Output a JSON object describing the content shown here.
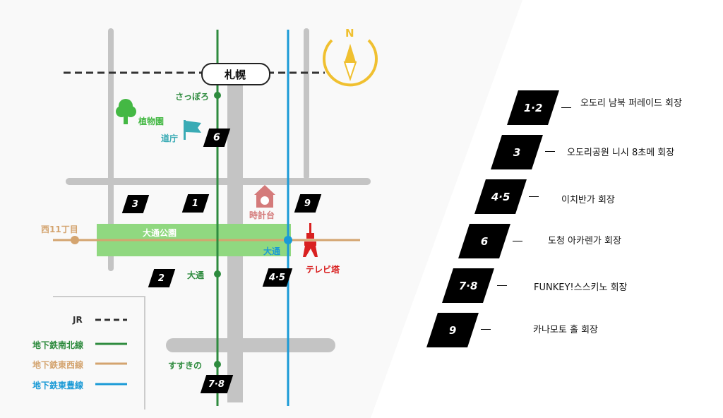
{
  "map": {
    "station_jr": "札幌",
    "compass_label": "N",
    "stations": {
      "sapporo": "さっぽろ",
      "odori_green": "大通",
      "odori_blue": "大通",
      "susukino": "すすきの",
      "nishi11": "西11丁目"
    },
    "landmarks": {
      "botanical": "植物園",
      "dochou": "道庁",
      "clocktower": "時計台",
      "tvtower": "テレビ塔",
      "park": "大通公園"
    },
    "badges": [
      "1",
      "2",
      "3",
      "4·5",
      "6",
      "7·8",
      "9"
    ],
    "legend": [
      {
        "label": "JR",
        "color": "#333333"
      },
      {
        "label": "地下鉄南北線",
        "color": "#2e8b3e"
      },
      {
        "label": "地下鉄東西線",
        "color": "#d4a46f"
      },
      {
        "label": "地下鉄東豊線",
        "color": "#1a9ad6"
      }
    ]
  },
  "venues": [
    {
      "badge": "1·2",
      "name": "오도리 남북 퍼레이드 회장"
    },
    {
      "badge": "3",
      "name": "오도리공원 니시 8초메 회장"
    },
    {
      "badge": "4·5",
      "name": "이치반가 회장"
    },
    {
      "badge": "6",
      "name": "도청 아카렌가 회장"
    },
    {
      "badge": "7·8",
      "name": "FUNKEY!스스키노 회장"
    },
    {
      "badge": "9",
      "name": "카나모토 홀 회장"
    }
  ],
  "colors": {
    "green": "#2e8b3e",
    "blue": "#1a9ad6",
    "orange": "#d4a46f",
    "road": "#c4c4c4",
    "park": "#90d880",
    "compass": "#f0c030"
  }
}
